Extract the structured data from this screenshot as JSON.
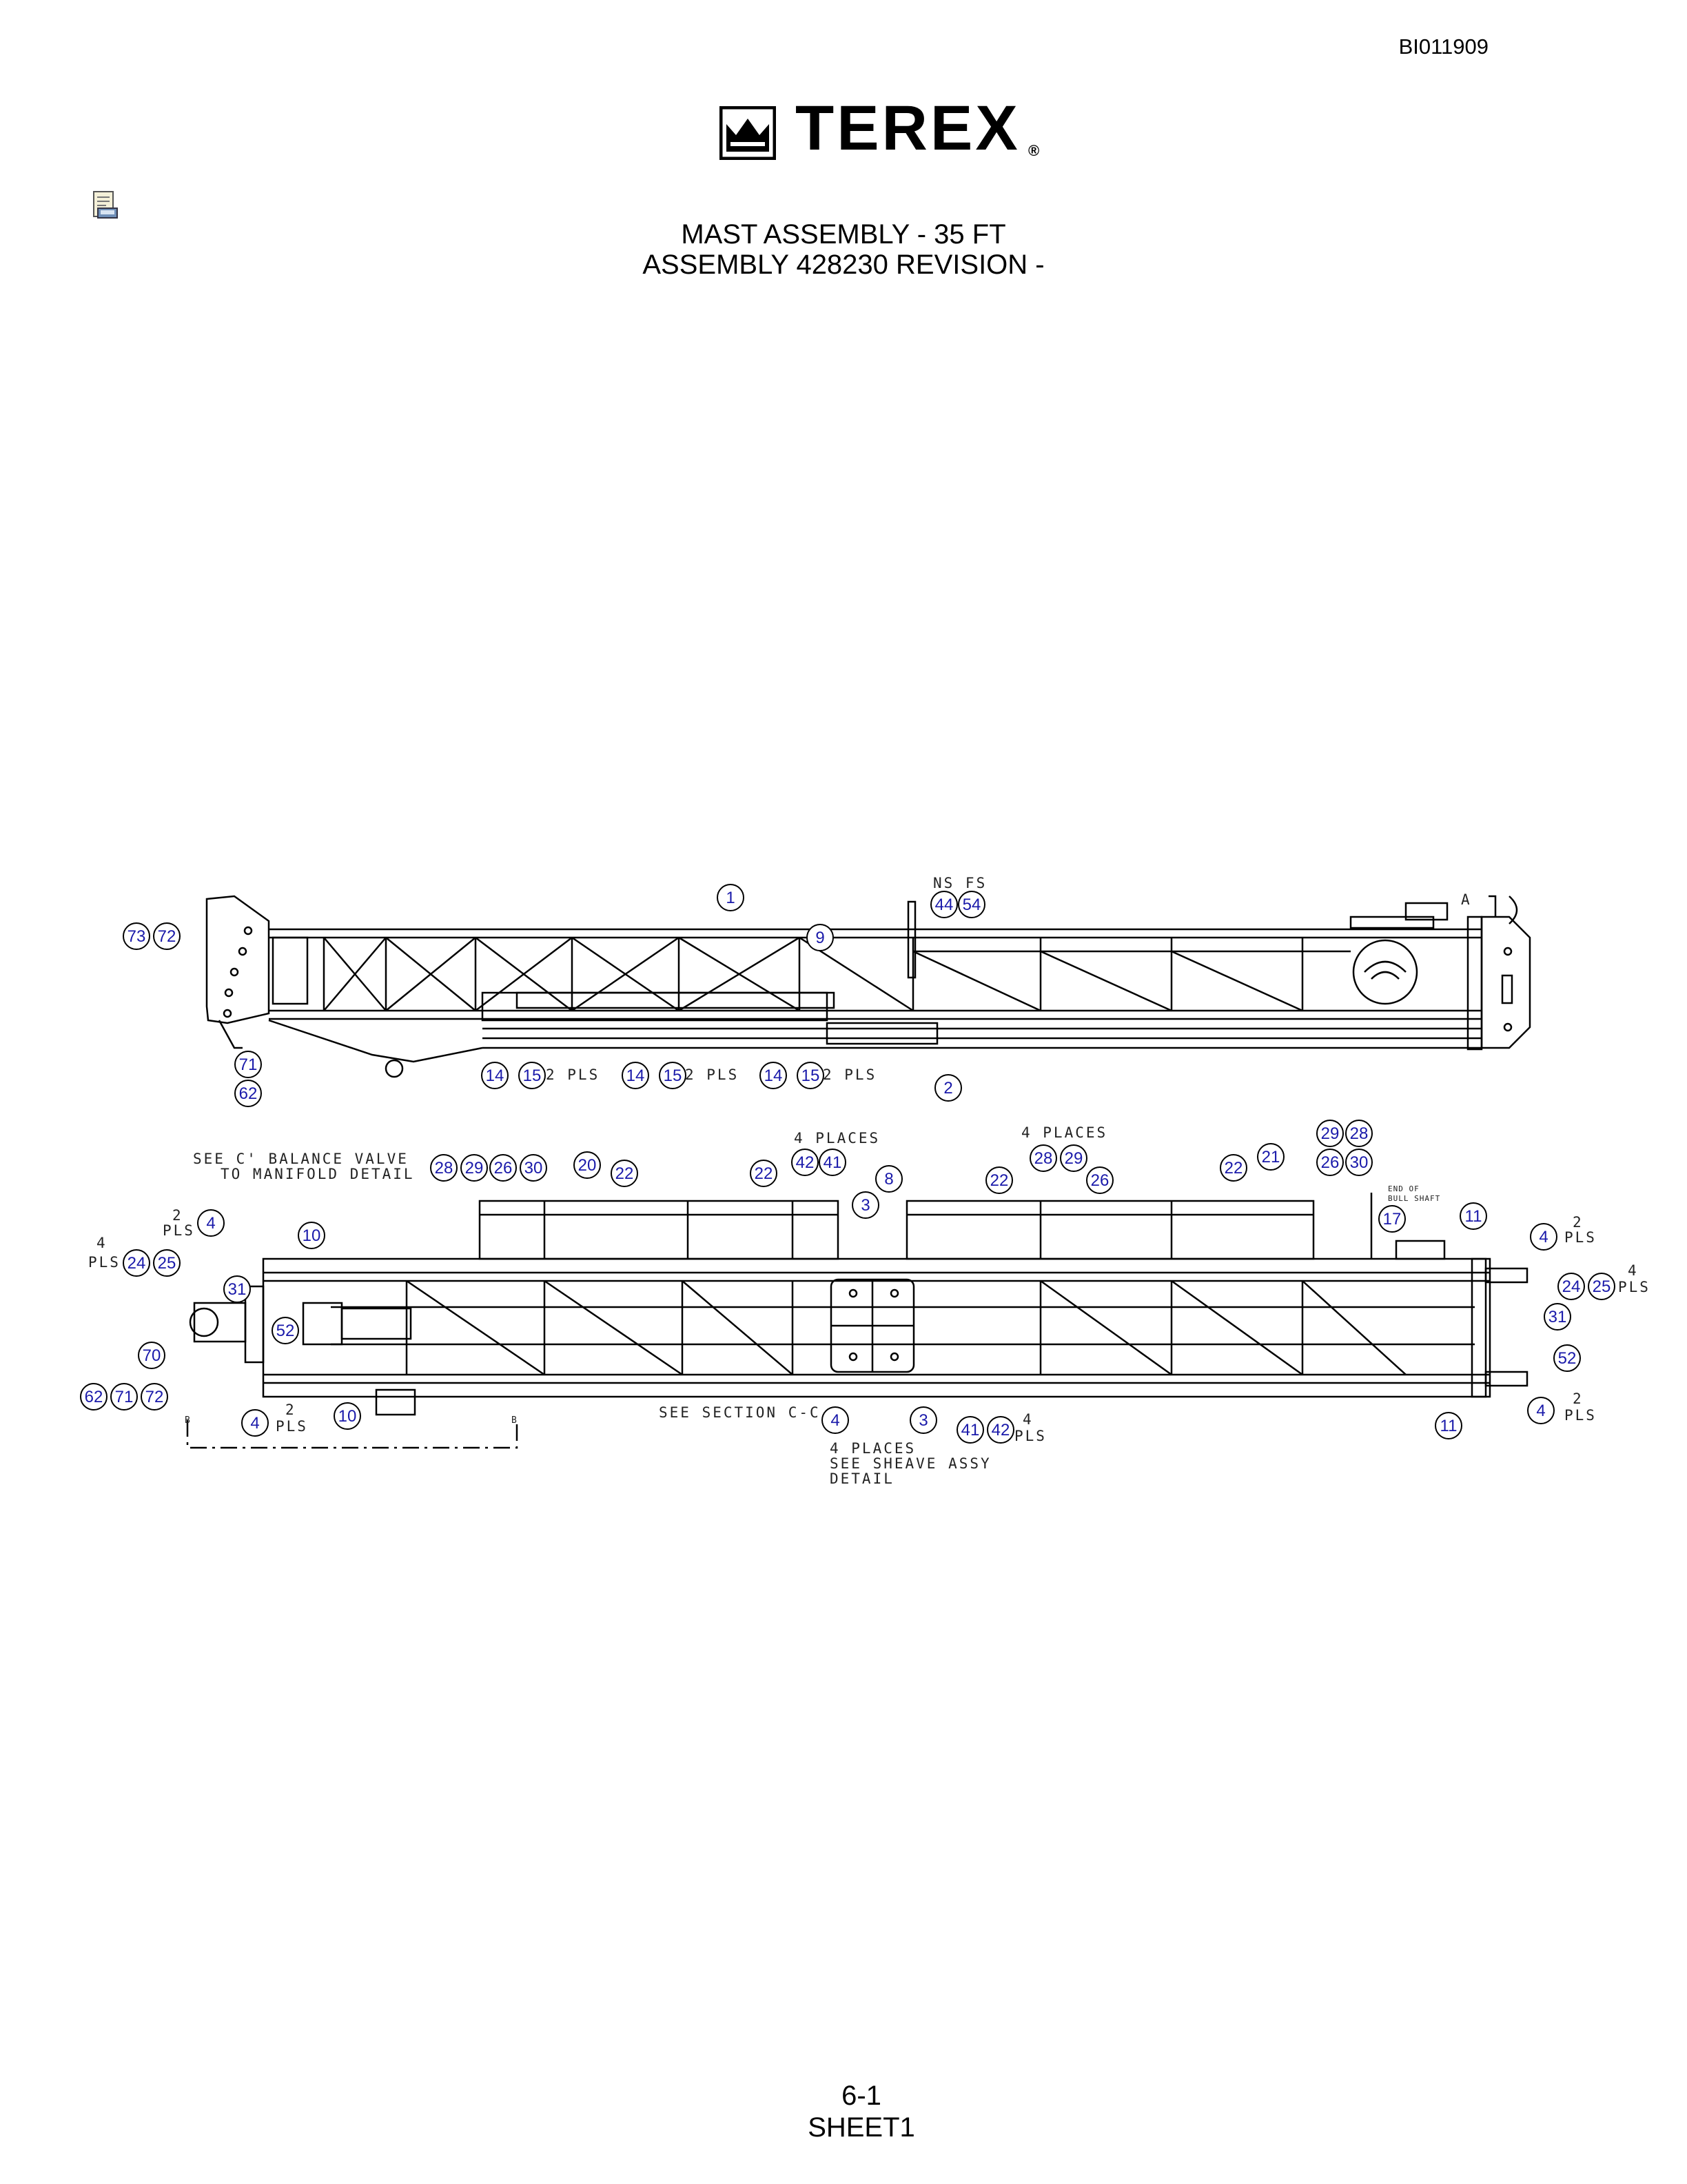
{
  "header": {
    "doc_id": "BI011909",
    "logo_text": "TEREX",
    "logo_reg": "®",
    "title_line1": "MAST ASSEMBLY - 35 FT",
    "title_line2": "ASSEMBLY 428230 REVISION -"
  },
  "footer": {
    "page": "6-1",
    "sheet": "SHEET1"
  },
  "icons": {
    "note": "document-note-icon"
  },
  "colors": {
    "callout": "#1a1aaa",
    "line": "#000000"
  },
  "notes": [
    "NS FS",
    "SEE C' BALANCE VALVE",
    "TO MANIFOLD DETAIL",
    "4 PLACES",
    "4 PLACES",
    "SEE SECTION C-C",
    "4 PLACES",
    "SEE SHEAVE ASSY",
    "DETAIL",
    "END OF",
    "BULL SHAFT",
    "A",
    "B",
    "B"
  ],
  "plural_labels": {
    "two_pls": "2 PLS",
    "two": "2",
    "four": "4",
    "pls": "PLS"
  },
  "callouts": [
    "1",
    "44",
    "54",
    "73",
    "72",
    "9",
    "71",
    "62",
    "14",
    "15",
    "14",
    "15",
    "14",
    "15",
    "2",
    "28",
    "29",
    "26",
    "30",
    "20",
    "22",
    "22",
    "42",
    "41",
    "8",
    "3",
    "28",
    "29",
    "22",
    "26",
    "29",
    "28",
    "21",
    "26",
    "30",
    "22",
    "4",
    "10",
    "24",
    "25",
    "31",
    "52",
    "70",
    "62",
    "71",
    "72",
    "4",
    "10",
    "4",
    "3",
    "41",
    "42",
    "17",
    "11",
    "4",
    "24",
    "25",
    "31",
    "52",
    "4",
    "11"
  ]
}
